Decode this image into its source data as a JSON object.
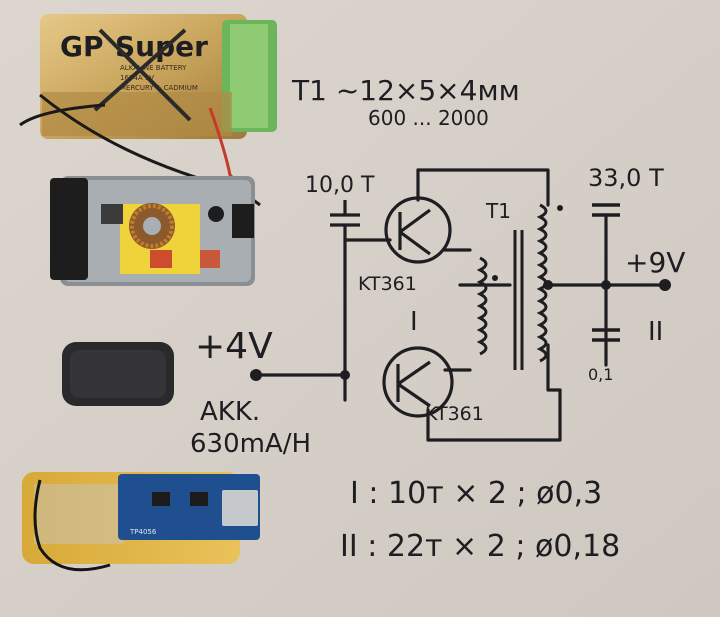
{
  "battery": {
    "brand": "GP",
    "model": "Super",
    "line1": "ALKALINE BATTERY",
    "line2": "1604A 9V",
    "line3": "MERCURY & CADMIUM"
  },
  "notes": {
    "t1_spec": "T1 ~12×5×4мм",
    "t1_range": "600 ... 2000",
    "winding_1": "I : 10т × 2 ; ø0,3",
    "winding_2": "II : 22т × 2 ; ø0,18"
  },
  "schematic": {
    "cap_input": "10,0 T",
    "cap_output": "33,0 T",
    "transformer": "T1",
    "transistor_top": "KT361",
    "transistor_bottom": "KT361",
    "label_winding_1": "I",
    "label_winding_2": "II",
    "label_output_cap": "0,1",
    "vin": "+4V",
    "vout": "+9V",
    "battery_note_1": "AKK.",
    "battery_note_2": "630mA/H"
  },
  "charger_board": {
    "marking": "TP4056"
  }
}
